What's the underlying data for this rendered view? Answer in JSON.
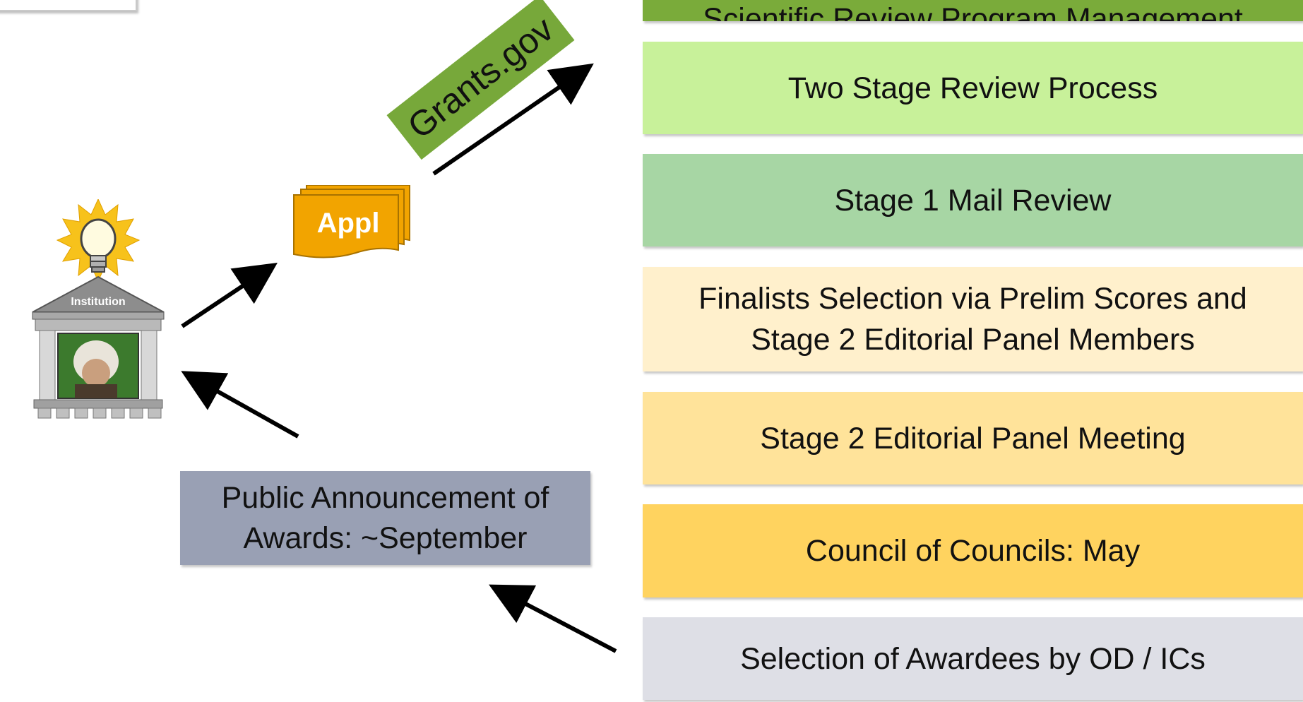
{
  "top_banner": {
    "text": "Scientific Review Program Management"
  },
  "stages": [
    {
      "label": "Two Stage Review Process",
      "color": "#c8f19a"
    },
    {
      "label": "Stage 1 Mail Review",
      "color": "#a7d6a4"
    },
    {
      "label": "Finalists Selection via Prelim Scores and Stage 2 Editorial Panel Members",
      "color": "#fff0cc"
    },
    {
      "label": "Stage 2 Editorial Panel Meeting",
      "color": "#ffe39a"
    },
    {
      "label": "Council of Councils: May",
      "color": "#ffd35f"
    },
    {
      "label": "Selection of Awardees by OD / ICs",
      "color": "#dedfe6"
    }
  ],
  "public_announcement": {
    "label": "Public Announcement of Awards: ~September",
    "color": "#99a0b4"
  },
  "grants_gov": {
    "label": "Grants.gov",
    "color": "#77a83a"
  },
  "application": {
    "label": "Appl",
    "color": "#f2a400"
  },
  "institution": {
    "label": "Institution"
  },
  "colors": {
    "banner_green": "#7aab3a",
    "arrow": "#000000"
  }
}
